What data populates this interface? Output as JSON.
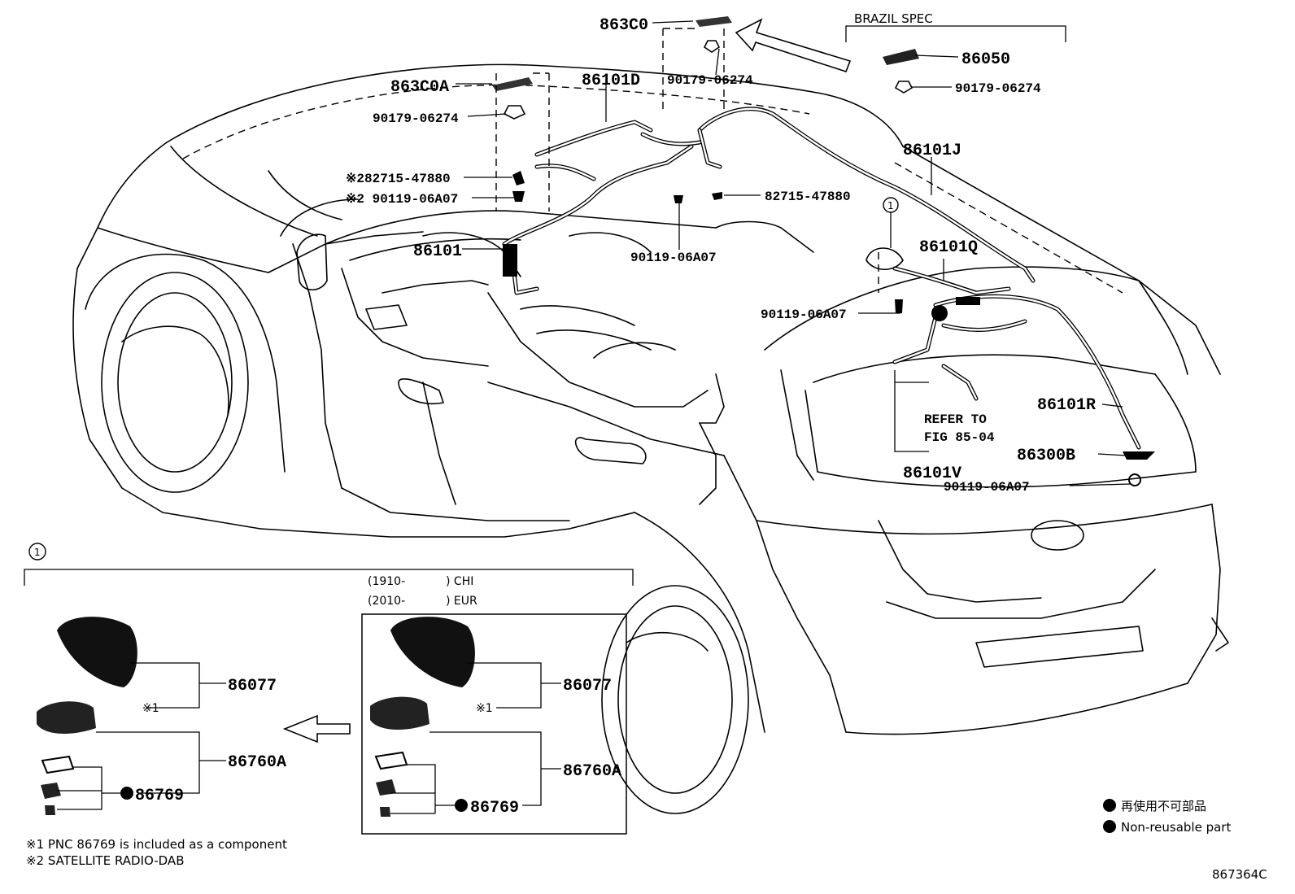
{
  "diagram": {
    "part_labels": {
      "p863C0": "863C0",
      "brazil_spec": "BRAZIL SPEC",
      "p86050": "86050",
      "p90179_a": "90179-06274",
      "p90179_b": "90179-06274",
      "p90179_c": "90179-06274",
      "p86101D": "86101D",
      "p863C0A": "863C0A",
      "p86101J": "86101J",
      "p82715_a": "※282715-47880",
      "p90119_a": "※2 90119-06A07",
      "p82715_b": "82715-47880",
      "p86101": "86101",
      "p90119_b": "90119-06A07",
      "circle_1": "1",
      "p86101Q": "86101Q",
      "p90119_c": "90119-06A07",
      "refer_to": "REFER TO",
      "fig": "FIG 85-04",
      "p86101R": "86101R",
      "p86300B": "86300B",
      "p86101V": "86101V",
      "p90119_d": "90119-06A07"
    },
    "inset": {
      "marker": "1",
      "left": {
        "p86077": "86077",
        "note1": "※1",
        "p86760A": "86760A",
        "p86769": "86769"
      },
      "right": {
        "date_chi": "(1910-",
        "chi": ") CHI",
        "date_eur": "(2010-",
        "eur": ") EUR",
        "p86077": "86077",
        "note1": "※1",
        "p86760A": "86760A",
        "p86769": "86769"
      }
    },
    "notes": {
      "note1": "※1 PNC 86769 is included as a component",
      "note2": "※2 SATELLITE RADIO-DAB"
    },
    "legend": {
      "jp": "再使用不可部品",
      "en": "Non-reusable part"
    },
    "figure_id": "867364C"
  }
}
